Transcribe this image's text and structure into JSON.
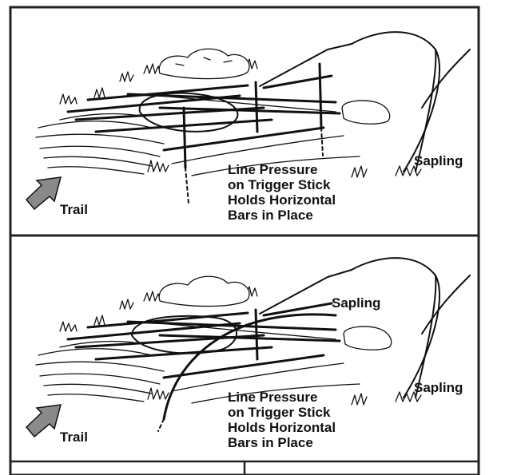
{
  "panels": [
    {
      "labels": {
        "trail": "Trail",
        "sapling": "Sapling",
        "caption_lines": [
          "Line Pressure",
          "on Trigger Stick",
          "Holds Horizontal",
          "Bars in Place"
        ]
      }
    },
    {
      "labels": {
        "trail": "Trail",
        "sapling_top": "Sapling",
        "sapling": "Sapling",
        "caption_lines": [
          "Line Pressure",
          "on Trigger Stick",
          "Holds Horizontal",
          "Bars in Place"
        ]
      }
    }
  ],
  "colors": {
    "ink": "#111111",
    "border": "#222222",
    "arrow_fill": "#8a8a8a",
    "paper": "#ffffff"
  },
  "icons": {
    "trail_arrow": "arrow-up-right-icon"
  }
}
